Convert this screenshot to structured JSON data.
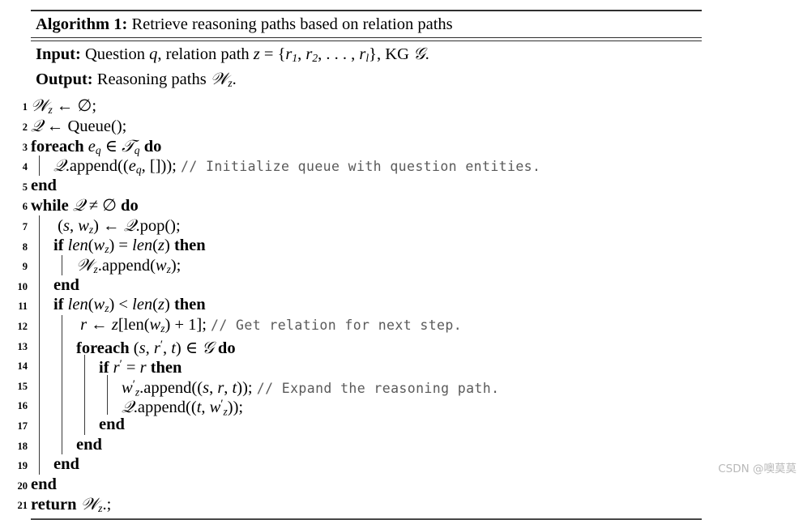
{
  "document": {
    "type": "algorithm-pseudocode",
    "caption_label": "Algorithm 1:",
    "caption_title": "Retrieve reasoning paths based on relation paths",
    "input_label": "Input:",
    "input_text": "Question q, relation path z = {r₁, r₂, … , rₗ}, KG 𝒢.",
    "output_label": "Output:",
    "output_text": "Reasoning paths 𝒲₂."
  },
  "lines": [
    {
      "n": "1",
      "indent": 0,
      "text": "𝒲z ← ∅;"
    },
    {
      "n": "2",
      "indent": 0,
      "text": "𝒬 ← Queue();"
    },
    {
      "n": "3",
      "indent": 0,
      "text": "foreach eq ∈ 𝒯q do"
    },
    {
      "n": "4",
      "indent": 1,
      "text": "𝒬.append((eq, []));",
      "comment": "// Initialize queue with question entities."
    },
    {
      "n": "5",
      "indent": 0,
      "text": "end"
    },
    {
      "n": "6",
      "indent": 0,
      "text": "while 𝒬 ≠ ∅ do"
    },
    {
      "n": "7",
      "indent": 1,
      "text": "(s, wz) ← 𝒬.pop();"
    },
    {
      "n": "8",
      "indent": 1,
      "text": "if len(wz) = len(z) then"
    },
    {
      "n": "9",
      "indent": 2,
      "text": "𝒲z.append(wz);"
    },
    {
      "n": "10",
      "indent": 1,
      "text": "end"
    },
    {
      "n": "11",
      "indent": 1,
      "text": "if len(wz) < len(z) then"
    },
    {
      "n": "12",
      "indent": 2,
      "text": "r ← z[len(wz) + 1];",
      "comment": "// Get relation for next step."
    },
    {
      "n": "13",
      "indent": 2,
      "text": "foreach (s, r′, t) ∈ 𝒢 do"
    },
    {
      "n": "14",
      "indent": 3,
      "text": "if r′ = r then"
    },
    {
      "n": "15",
      "indent": 4,
      "text": "w′z.append((s, r, t));",
      "comment": "// Expand the reasoning path."
    },
    {
      "n": "16",
      "indent": 4,
      "text": "𝒬.append((t, w′z));"
    },
    {
      "n": "17",
      "indent": 3,
      "text": "end"
    },
    {
      "n": "18",
      "indent": 2,
      "text": "end"
    },
    {
      "n": "19",
      "indent": 1,
      "text": "end"
    },
    {
      "n": "20",
      "indent": 0,
      "text": "end"
    },
    {
      "n": "21",
      "indent": 0,
      "text": "return 𝒲z.;"
    }
  ],
  "comments": {
    "line4": "// Initialize queue with question entities.",
    "line12": "// Get relation for next step.",
    "line15": "// Expand the reasoning path."
  },
  "line_numbers": [
    "1",
    "2",
    "3",
    "4",
    "5",
    "6",
    "7",
    "8",
    "9",
    "10",
    "11",
    "12",
    "13",
    "14",
    "15",
    "16",
    "17",
    "18",
    "19",
    "20",
    "21"
  ],
  "watermark": {
    "text": "CSDN @噢莫莫"
  },
  "colors": {
    "rule": "#2f2f2f",
    "text": "#000000",
    "comment": "#5a5a5a",
    "watermark": "#b9b9b9",
    "background": "#ffffff"
  }
}
